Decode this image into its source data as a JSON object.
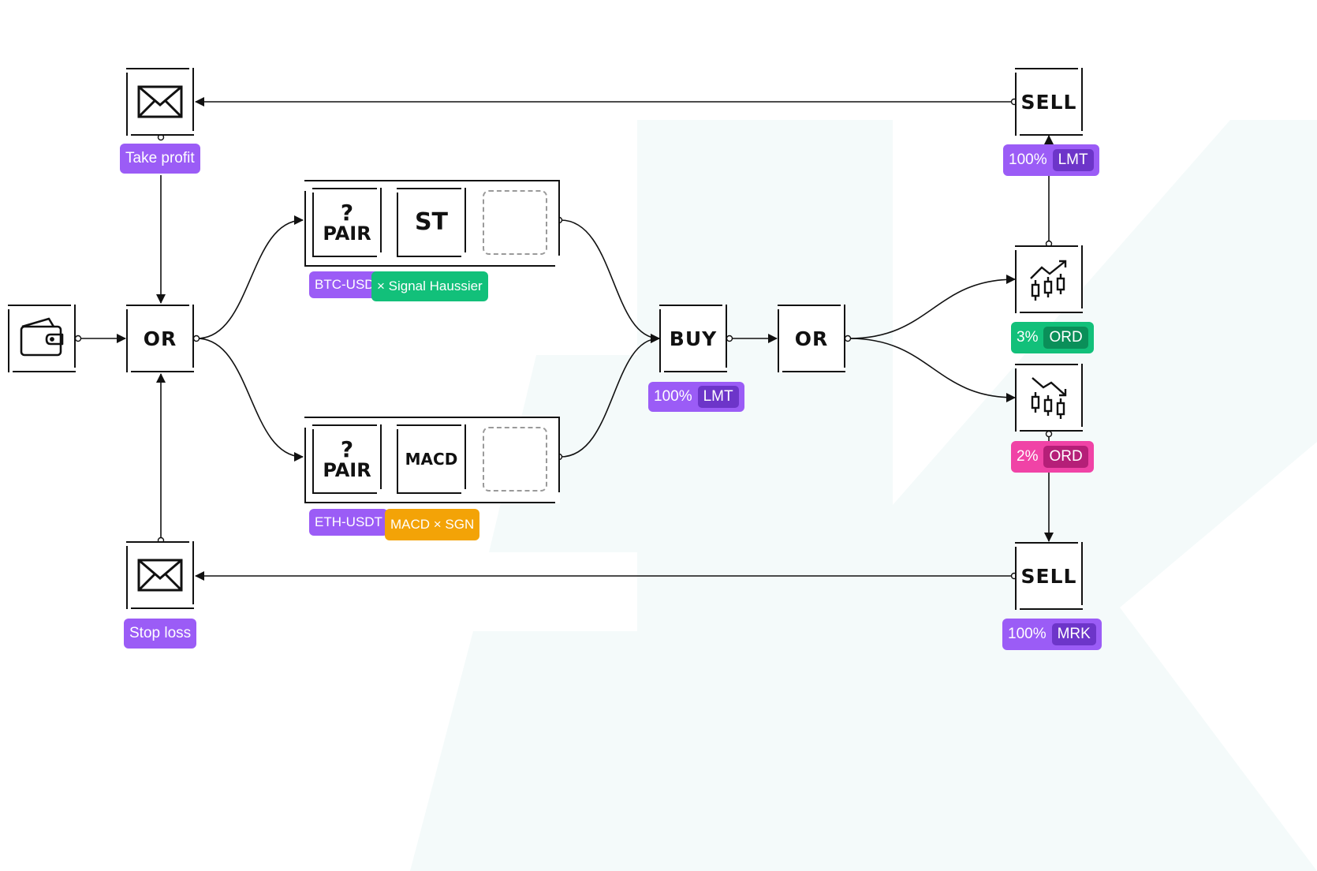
{
  "nodes": {
    "wallet": {
      "icon": "wallet-icon"
    },
    "or_left": {
      "label": "OR"
    },
    "email_top": {
      "icon": "envelope-icon"
    },
    "email_bottom": {
      "icon": "envelope-icon"
    },
    "buy": {
      "label": "BUY"
    },
    "or_right": {
      "label": "OR"
    },
    "sell_top": {
      "label": "SELL"
    },
    "sell_bottom": {
      "label": "SELL"
    },
    "chart_up": {
      "icon": "candlestick-up-icon"
    },
    "chart_down": {
      "icon": "candlestick-down-icon"
    }
  },
  "groups": {
    "top": {
      "pair_mark": "?",
      "pair_label": "PAIR",
      "indicator": "ST"
    },
    "bottom": {
      "pair_mark": "?",
      "pair_label": "PAIR",
      "indicator": "MACD"
    }
  },
  "tags": {
    "take_profit": "Take profit",
    "stop_loss": "Stop loss",
    "btc_pair": "BTC-USD",
    "signal_top": "×  Signal Haussier",
    "eth_pair": "ETH-USDT",
    "signal_bottom": "MACD × SGN",
    "buy_pct": "100%",
    "buy_type": "LMT",
    "sell_top_pct": "100%",
    "sell_top_type": "LMT",
    "up_pct": "3%",
    "up_type": "ORD",
    "down_pct": "2%",
    "down_type": "ORD",
    "sell_bottom_pct": "100%",
    "sell_bottom_type": "MRK"
  },
  "colors": {
    "purple": "#9b5cf6",
    "green": "#12c07a",
    "pink": "#f043a6",
    "amber": "#f3a307",
    "watermark": "#f4fafa"
  }
}
